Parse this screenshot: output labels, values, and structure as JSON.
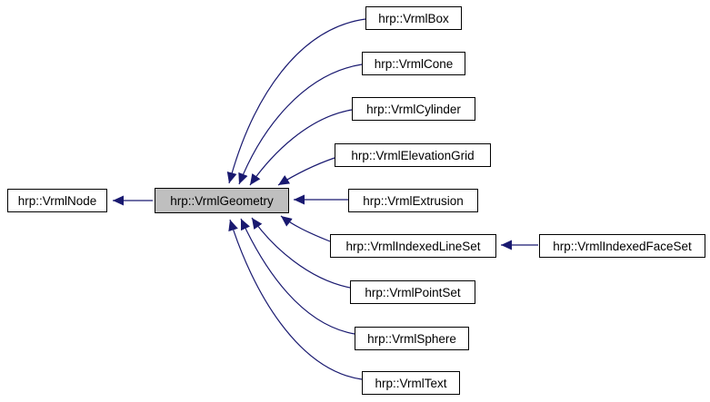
{
  "diagram": {
    "type": "class-inheritance-graph",
    "colors": {
      "background": "#ffffff",
      "edge": "#191970",
      "node_fill": "#ffffff",
      "node_border": "#000000",
      "selected_fill": "#bfbfbf",
      "text": "#000000"
    },
    "nodes": {
      "vrml_node": {
        "label": "hrp::VrmlNode",
        "selected": false
      },
      "vrml_geometry": {
        "label": "hrp::VrmlGeometry",
        "selected": true
      },
      "vrml_box": {
        "label": "hrp::VrmlBox",
        "selected": false
      },
      "vrml_cone": {
        "label": "hrp::VrmlCone",
        "selected": false
      },
      "vrml_cylinder": {
        "label": "hrp::VrmlCylinder",
        "selected": false
      },
      "vrml_elevation_grid": {
        "label": "hrp::VrmlElevationGrid",
        "selected": false
      },
      "vrml_extrusion": {
        "label": "hrp::VrmlExtrusion",
        "selected": false
      },
      "vrml_indexed_line_set": {
        "label": "hrp::VrmlIndexedLineSet",
        "selected": false
      },
      "vrml_indexed_face_set": {
        "label": "hrp::VrmlIndexedFaceSet",
        "selected": false
      },
      "vrml_point_set": {
        "label": "hrp::VrmlPointSet",
        "selected": false
      },
      "vrml_sphere": {
        "label": "hrp::VrmlSphere",
        "selected": false
      },
      "vrml_text": {
        "label": "hrp::VrmlText",
        "selected": false
      }
    },
    "edges": [
      {
        "from": "hrp::VrmlGeometry",
        "to": "hrp::VrmlNode",
        "relation": "inherits"
      },
      {
        "from": "hrp::VrmlBox",
        "to": "hrp::VrmlGeometry",
        "relation": "inherits"
      },
      {
        "from": "hrp::VrmlCone",
        "to": "hrp::VrmlGeometry",
        "relation": "inherits"
      },
      {
        "from": "hrp::VrmlCylinder",
        "to": "hrp::VrmlGeometry",
        "relation": "inherits"
      },
      {
        "from": "hrp::VrmlElevationGrid",
        "to": "hrp::VrmlGeometry",
        "relation": "inherits"
      },
      {
        "from": "hrp::VrmlExtrusion",
        "to": "hrp::VrmlGeometry",
        "relation": "inherits"
      },
      {
        "from": "hrp::VrmlIndexedLineSet",
        "to": "hrp::VrmlGeometry",
        "relation": "inherits"
      },
      {
        "from": "hrp::VrmlIndexedFaceSet",
        "to": "hrp::VrmlIndexedLineSet",
        "relation": "inherits"
      },
      {
        "from": "hrp::VrmlPointSet",
        "to": "hrp::VrmlGeometry",
        "relation": "inherits"
      },
      {
        "from": "hrp::VrmlSphere",
        "to": "hrp::VrmlGeometry",
        "relation": "inherits"
      },
      {
        "from": "hrp::VrmlText",
        "to": "hrp::VrmlGeometry",
        "relation": "inherits"
      }
    ]
  }
}
